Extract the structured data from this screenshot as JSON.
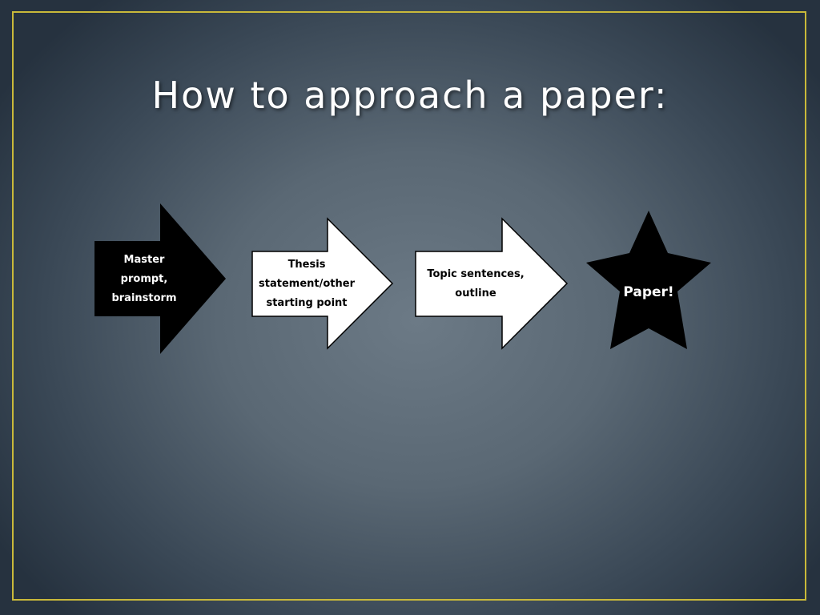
{
  "slide": {
    "title": "How to approach a paper:"
  },
  "diagram": {
    "steps": [
      {
        "label": "Master prompt, brainstorm",
        "shape": "arrow",
        "fill": "#000000",
        "text_color": "#ffffff"
      },
      {
        "label": "Thesis statement/other starting point",
        "shape": "arrow",
        "fill": "#ffffff",
        "text_color": "#000000"
      },
      {
        "label": "Topic sentences, outline",
        "shape": "arrow",
        "fill": "#ffffff",
        "text_color": "#000000"
      },
      {
        "label": "Paper!",
        "shape": "star",
        "fill": "#000000",
        "text_color": "#ffffff"
      }
    ]
  },
  "colors": {
    "frame": "#c9b93a",
    "title": "#ffffff"
  }
}
